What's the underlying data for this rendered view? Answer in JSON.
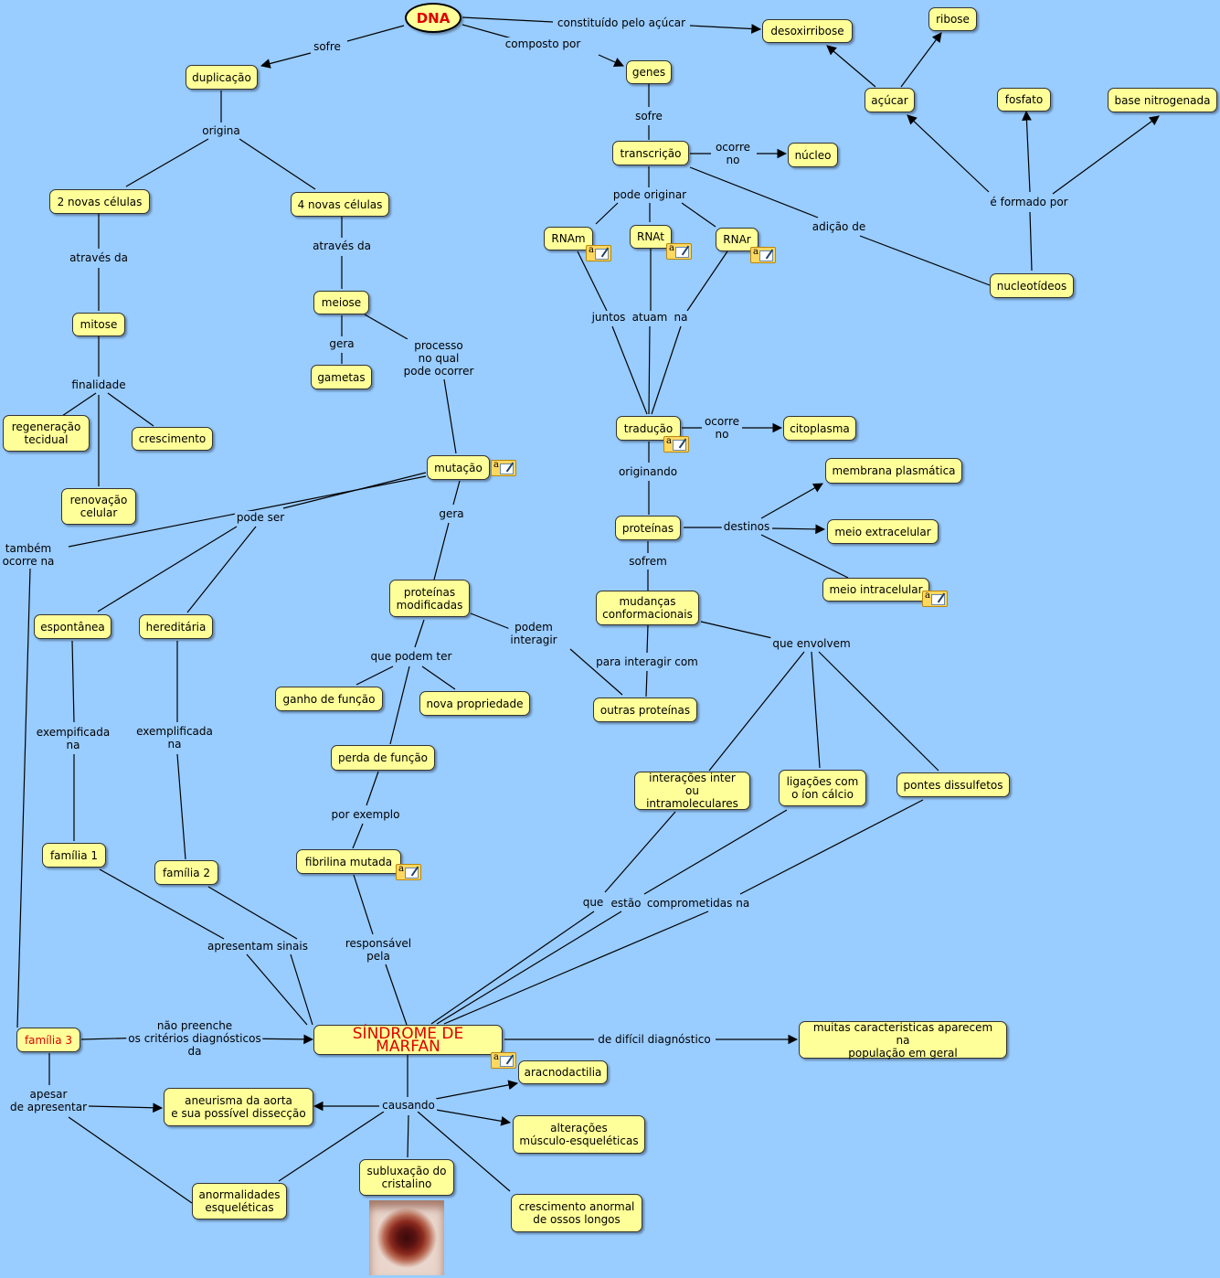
{
  "nodes": {
    "dna": "DNA",
    "desoxirribose": "desoxirribose",
    "ribose": "ribose",
    "duplicacao": "duplicação",
    "genes": "genes",
    "acucar": "açúcar",
    "fosfato": "fosfato",
    "base_nitrogenada": "base nitrogenada",
    "transcricao": "transcrição",
    "nucleo": "núcleo",
    "duas_celulas": "2 novas células",
    "quatro_celulas": "4 novas células",
    "rnam": "RNAm",
    "rnat": "RNAt",
    "rnar": "RNAr",
    "nucleotideos": "nucleotídeos",
    "meiose": "meiose",
    "mitose": "mitose",
    "gametas": "gametas",
    "regeneracao": "regeneração\ntecidual",
    "crescimento": "crescimento",
    "traducao": "tradução",
    "citoplasma": "citoplasma",
    "mutacao": "mutação",
    "membrana": "membrana plasmática",
    "renovacao": "renovação\ncelular",
    "proteinas": "proteínas",
    "meio_extracelular": "meio extracelular",
    "meio_intracelular": "meio intracelular",
    "proteinas_modificadas": "proteínas\nmodificadas",
    "mudancas": "mudanças\nconformacionais",
    "espontanea": "espontânea",
    "hereditaria": "hereditária",
    "ganho": "ganho de função",
    "nova_propriedade": "nova propriedade",
    "outras_proteinas": "outras proteínas",
    "perda": "perda de função",
    "interacoes": "interações inter ou\nintramoleculares",
    "ligacoes": "ligações com\no íon cálcio",
    "pontes": "pontes dissulfetos",
    "familia1": "família 1",
    "familia2": "família 2",
    "fibrilina": "fibrilina mutada",
    "familia3": "família 3",
    "sindrome": "SÍNDROME DE MARFAN",
    "muitas": "muitas caracteristicas aparecem na\npopulação em geral",
    "aracnodactilia": "aracnodactilia",
    "aneurisma": "aneurisma da aorta\ne sua possível dissecção",
    "alteracoes": "alterações\nmúsculo-esqueléticas",
    "subluxacao": "subluxação do\ncristalino",
    "anormalidades": "anormalidades\nesqueléticas",
    "crescimento_ossos": "crescimento anormal\nde ossos longos"
  },
  "labels": {
    "sofre": "sofre",
    "constituido": "constituído pelo açúcar",
    "composto": "composto por",
    "origina": "origina",
    "sofre2": "sofre",
    "ocorre_no": "ocorre\nno",
    "e_formado": "é formado por",
    "pode_originar": "pode originar",
    "adicao": "adição de",
    "atraves1": "através da",
    "atraves2": "através da",
    "juntos": "juntos",
    "atuam": "atuam",
    "na": "na",
    "gera": "gera",
    "processo": "processo\nno qual\npode ocorrer",
    "finalidade": "finalidade",
    "ocorre_no2": "ocorre\nno",
    "originando": "originando",
    "pode_ser": "pode ser",
    "gera2": "gera",
    "destinos": "destinos",
    "tambem": "também\nocorre na",
    "sofrem": "sofrem",
    "podem_interagir": "podem\ninteragir",
    "que_podem_ter": "que podem ter",
    "para_interagir": "para interagir com",
    "que_envolvem": "que envolvem",
    "exemp1": "exempificada\nna",
    "exemp2": "exemplificada\nna",
    "por_exemplo": "por exemplo",
    "que": "que",
    "estao": "estão",
    "comprometidas": "comprometidas na",
    "responsavel": "responsável\npela",
    "apresentam": "apresentam sinais",
    "nao_preenche": "não preenche\nos critérios diagnósticos\nda",
    "dificil": "de difícil diagnóstico",
    "apesar": "apesar\nde apresentar",
    "causando": "causando"
  },
  "colors": {
    "background": "#99ccff",
    "node_fill": "#ffff99",
    "highlight_text": "#dd0000"
  },
  "icons": [
    "resource-note-icon",
    "eye-photo"
  ]
}
